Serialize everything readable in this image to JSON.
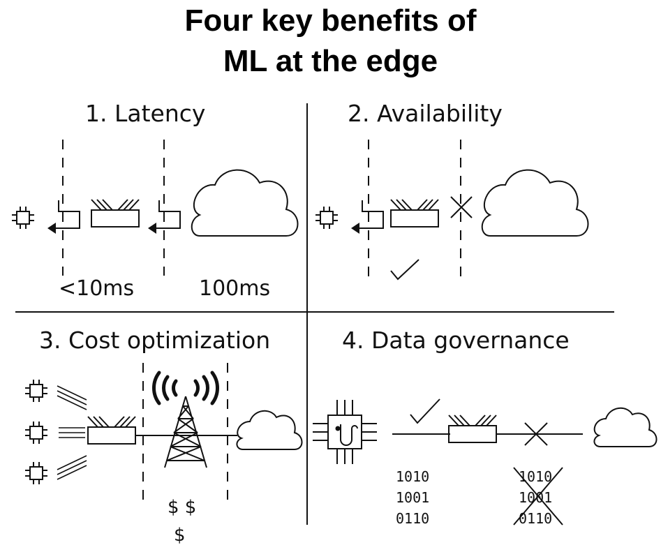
{
  "title": {
    "line1": "Four key benefits of",
    "line2": "ML at the edge"
  },
  "quadrants": {
    "latency": {
      "heading": "1. Latency",
      "edge_time": "<10ms",
      "cloud_time": "100ms"
    },
    "availability": {
      "heading": "2. Availability"
    },
    "cost": {
      "heading": "3. Cost optimization",
      "dollars_row1": "$ $",
      "dollars_row2": "$"
    },
    "governance": {
      "heading": "4. Data governance",
      "local_bits": [
        "1010",
        "1001",
        "0110"
      ],
      "blocked_bits": [
        "1010",
        "1001",
        "0110"
      ]
    }
  },
  "icons": [
    "chip-icon",
    "gateway-icon",
    "cloud-icon",
    "return-arrow-icon",
    "check-icon",
    "cross-icon",
    "cell-tower-icon",
    "smart-chip-icon"
  ]
}
